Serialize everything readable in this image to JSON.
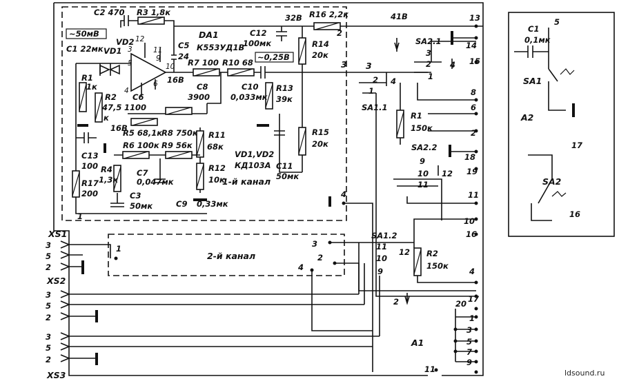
{
  "frames": {
    "a2_label": "A2",
    "a1_label": "A1",
    "ch1_label": "1-й канал",
    "ch2_label": "2-й канал",
    "ic_label": "DA1",
    "ic_part": "К553УД1В",
    "diode_note_1": "VD1,VD2",
    "diode_note_2": "КД103А"
  },
  "voltages": {
    "v_50mv": "~50мВ",
    "v_025v": "~0,25В",
    "v_32": "32В",
    "v_41": "41В",
    "v_16_a": "16В",
    "v_16_b": "16В"
  },
  "components": {
    "c2": "C2 470",
    "r3": "R3 1,8к",
    "c1": "C1 22мк",
    "vd1": "VD1",
    "vd2": "VD2",
    "r1_name": "R1",
    "r1_val": "1к",
    "r2_name": "R2",
    "r2_val": "47,5",
    "r2_unit": "к",
    "c5_name": "C5",
    "c5_val": "24",
    "r7": "R7 100",
    "r10": "R10 68",
    "c8_name": "C8",
    "c8_val": "3900",
    "c6_name": "C6",
    "c6_val": "1100",
    "r5": "R5 68,1к",
    "r8": "R8 750к",
    "r6": "R6 100к",
    "r9": "R9 56к",
    "r11_name": "R11",
    "r11_val": "68к",
    "r12_name": "R12",
    "r12_val": "10к",
    "c7_name": "C7",
    "c7_val": "0,047мк",
    "c3_name": "C3",
    "c3_val": "50мк",
    "c9_name": "C9",
    "c9_val": "0,33мк",
    "r4_name": "R4",
    "r4_val": "1,3к",
    "c13_name": "C13",
    "c13_val": "100",
    "r17_name": "R17",
    "r17_val": "200",
    "c12_name": "C12",
    "c12_val": "100мк",
    "r16": "R16 2,2к",
    "r14_name": "R14",
    "r14_val": "20к",
    "r13_name": "R13",
    "r13_val": "39к",
    "c10_name": "C10",
    "c10_val": "0,033мк",
    "r15_name": "R15",
    "r15_val": "20к",
    "c11_name": "C11",
    "c11_val": "50мк",
    "sa2_1": "SA2.1",
    "sa2_2": "SA2.2",
    "sa1_1": "SA1.1",
    "sa1_2": "SA1.2",
    "r1b_name": "R1",
    "r1b_val": "150к",
    "r2b_name": "R2",
    "r2b_val": "150к",
    "c1b_name": "C1",
    "c1b_val": "0,1мк",
    "sa1": "SA1",
    "sa2": "SA2"
  },
  "connectors": [
    "XS1",
    "XS2",
    "XS3"
  ],
  "pins_right": [
    "13",
    "14",
    "15",
    "8",
    "6",
    "2",
    "18",
    "19",
    "11",
    "10",
    "16",
    "4",
    "17",
    "1",
    "3",
    "5",
    "7",
    "9",
    "20",
    "11"
  ],
  "watermark": "ldsound.ru"
}
